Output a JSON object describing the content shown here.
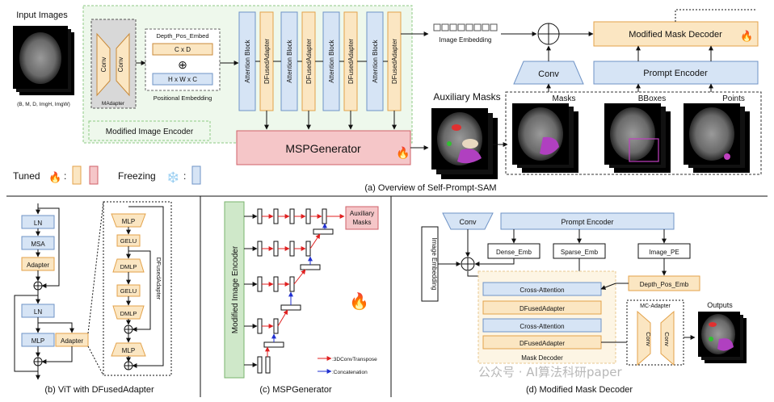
{
  "panel_a": {
    "input_images": "Input Images",
    "input_shape": "(B, M, D, ImgH, ImgW)",
    "conv1": "Conv",
    "conv2": "Conv",
    "madapter": "MAdapter",
    "depth_pos_embed": "Depth_Pos_Embed",
    "cxd": "C x D",
    "plus": "⊕",
    "hwc": "H x W x C",
    "positional_embedding": "Positional Embedding",
    "modified_image_encoder": "Modified Image Encoder",
    "blocks": [
      "Attention Block",
      "DFusedAdapter",
      "Attention Block",
      "DFusedAdapter",
      "Attention Block",
      "DFusedAdapter",
      "Attention Block",
      "DFusedAdapter"
    ],
    "image_embedding": "Image Embedding",
    "modified_mask_decoder": "Modified Mask Decoder",
    "conv": "Conv",
    "prompt_encoder": "Prompt Encoder",
    "auxiliary_masks": "Auxiliary Masks",
    "masks": "Masks",
    "bboxes": "BBoxes",
    "points": "Points",
    "mspgenerator": "MSPGenerator",
    "tuned": "Tuned",
    "freezing": "Freezing",
    "colon": ":",
    "caption": "(a) Overview of Self-Prompt-SAM"
  },
  "panel_b": {
    "ln1": "LN",
    "msa": "MSA",
    "adapter1": "Adapter",
    "ln2": "LN",
    "mlp": "MLP",
    "adapter2": "Adapter",
    "mlp_top": "MLP",
    "gelu1": "GELU",
    "dmlp1": "DMLP",
    "gelu2": "GELU",
    "dmlp2": "DMLP",
    "mlp_bot": "MLP",
    "dfused_label": "DFusedAdapter",
    "caption": "(b) ViT with DFusedAdapter"
  },
  "panel_c": {
    "encoder": "Modified Image Encoder",
    "aux": [
      "Auxiliary",
      "Masks"
    ],
    "legend_red": ":3DConvTranspose",
    "legend_blue": ":Concatenation",
    "caption": "(c) MSPGenerator"
  },
  "panel_d": {
    "conv": "Conv",
    "prompt_encoder": "Prompt Encoder",
    "image_embedding": "Image Embedding",
    "dense_emb": "Dense_Emb",
    "sparse_emb": "Sparse_Emb",
    "image_pe": "Image_PE",
    "depth_pos_emb": "Depth_Pos_Emb",
    "cross_attention1": "Cross-Attention",
    "dfused1": "DFusedAdapter",
    "cross_attention2": "Cross-Attention",
    "dfused2": "DFusedAdapter",
    "mask_decoder": "Mask Decoder",
    "mc_adapter": "MC-Adapter",
    "conv1": "Conv",
    "conv2": "Conv",
    "outputs": "Outputs",
    "caption": "(d) Modified Mask Decoder"
  },
  "watermark": "公众号 · AI算法科研paper",
  "colors": {
    "tuned_fill": "#fbe6c2",
    "tuned_border": "#e3a24a",
    "pink_fill": "#f5c6c8",
    "pink_border": "#d06068",
    "blue_fill": "#d6e4f5",
    "blue_border": "#6f93c6",
    "green_fill": "#cfe8c9",
    "green_border": "#79b36d"
  }
}
